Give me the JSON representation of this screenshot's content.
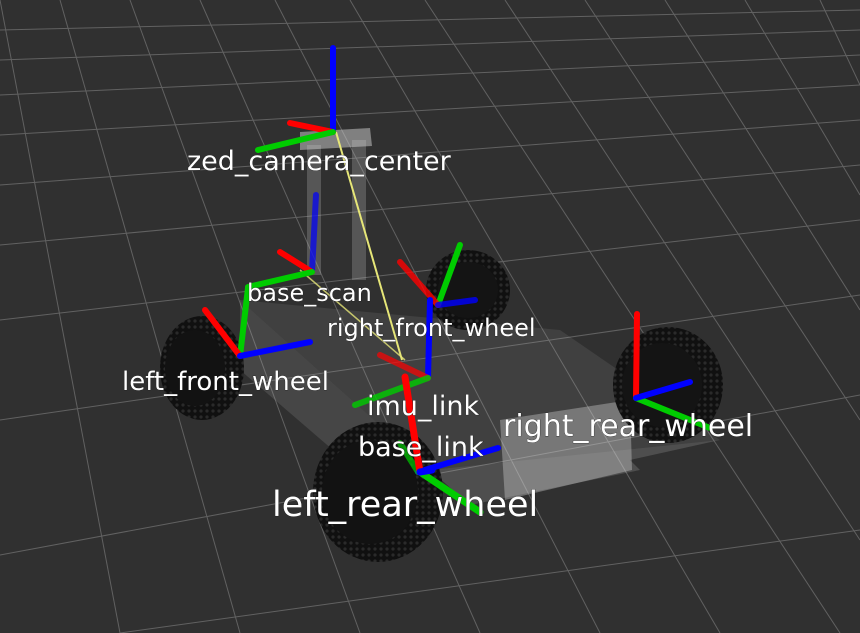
{
  "viewer": {
    "background_color": "#303030",
    "grid_color": "#a0a0a0"
  },
  "frames": {
    "zed_camera_center": "zed_camera_center",
    "base_scan": "base_scan",
    "right_front_wheel": "right_front_wheel",
    "left_front_wheel": "left_front_wheel",
    "imu_link": "imu_link",
    "right_rear_wheel": "right_rear_wheel",
    "base_link": "base_link",
    "left_rear_wheel": "left_rear_wheel"
  },
  "axis_colors": {
    "x": "#ff0000",
    "y": "#00cc00",
    "z": "#0000ff"
  },
  "tf_link_color": "#e6e678"
}
